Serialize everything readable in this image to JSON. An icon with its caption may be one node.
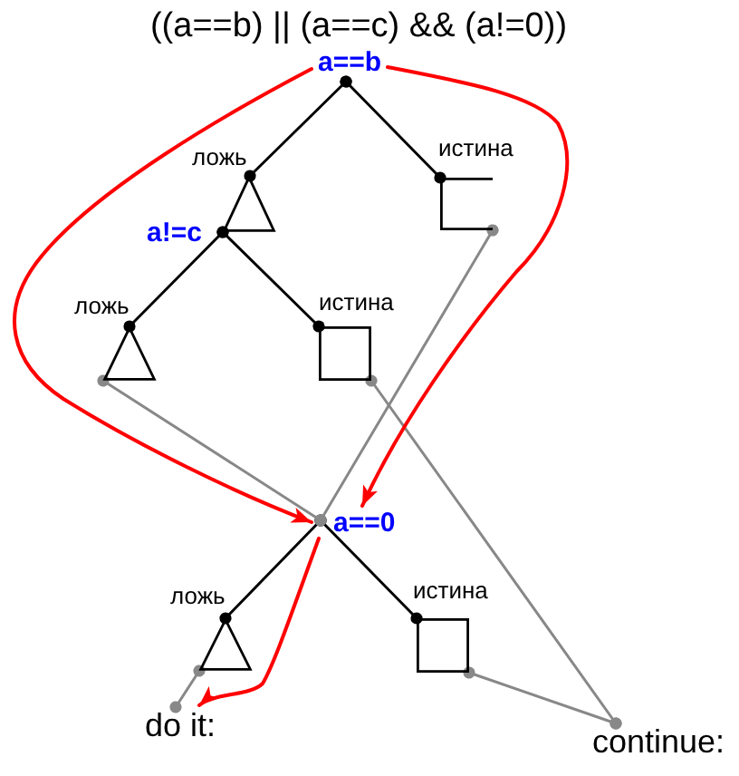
{
  "diagram": {
    "title": "((a==b) || (a==c) && (a!=0))",
    "nodes": [
      {
        "text": [
          "a==b"
        ]
      },
      {
        "text": [],
        "shape": "triangle"
      },
      {
        "text": [],
        "shape": "bracket"
      },
      {
        "text": [
          "a!=c"
        ]
      },
      {
        "text": [],
        "shape": "triangle"
      },
      {
        "text": [],
        "shape": "box"
      },
      {
        "text": [
          "a==0"
        ]
      },
      {
        "text": [],
        "shape": "triangle"
      },
      {
        "text": [],
        "shape": "box"
      },
      {
        "text": [
          "do it:"
        ]
      },
      {
        "text": [
          "continue:"
        ]
      }
    ],
    "edges": [
      {
        "from": 0,
        "to": 1,
        "arrow": "other",
        "label": "ложь"
      },
      {
        "from": 0,
        "to": 2,
        "arrow": "other",
        "label": "истина"
      },
      {
        "from": 3,
        "to": 4,
        "arrow": "other",
        "label": "ложь"
      },
      {
        "from": 3,
        "to": 5,
        "arrow": "other",
        "label": "истина"
      },
      {
        "from": 4,
        "to": 6,
        "arrow": "other",
        "color": "#888888"
      },
      {
        "from": 2,
        "to": 6,
        "arrow": "other",
        "color": "#888888"
      },
      {
        "from": 5,
        "to": 10,
        "arrow": "other",
        "color": "#888888"
      },
      {
        "from": 6,
        "to": 7,
        "arrow": "other",
        "label": "ложь"
      },
      {
        "from": 6,
        "to": 8,
        "arrow": "other",
        "label": "истина"
      },
      {
        "from": 7,
        "to": 9,
        "arrow": "other",
        "color": "#888888"
      },
      {
        "from": 8,
        "to": 10,
        "arrow": "other",
        "color": "#888888"
      },
      {
        "from": 0,
        "to": 6,
        "arrow": "to",
        "color": "#ff0000"
      },
      {
        "from": 0,
        "to": 6,
        "arrow": "to",
        "color": "#ff0000"
      },
      {
        "from": 6,
        "to": 9,
        "arrow": "to",
        "color": "#ff0000"
      }
    ]
  }
}
